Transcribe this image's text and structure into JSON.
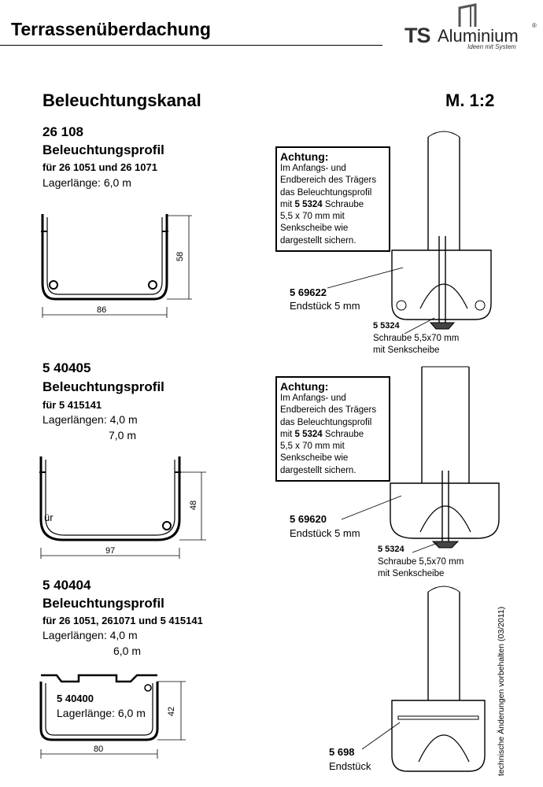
{
  "header": {
    "title": "Terrassenüberdachung",
    "logo_ts": "TS",
    "logo_name": "Aluminium",
    "logo_tagline": "Ideen mit System",
    "logo_registered": "®"
  },
  "section": {
    "title": "Beleuchtungskanal",
    "scale": "M. 1:2"
  },
  "profiles": [
    {
      "number": "26 108",
      "name": "Beleuchtungsprofil",
      "for": "für 26 1051 und 26 1071",
      "lengths": [
        "Lagerlänge: 6,0 m"
      ],
      "dim_height": "58",
      "dim_width": "86"
    },
    {
      "number": "5 40405",
      "name": "Beleuchtungsprofil",
      "for": "für 5 415141",
      "lengths": [
        "Lagerlängen: 4,0 m",
        "7,0 m"
      ],
      "dim_height": "48",
      "dim_width": "97",
      "inner_label": "ür"
    },
    {
      "number": "5 40404",
      "name": "Beleuchtungsprofil",
      "for": "für 26 1051, 261071 und 5 415141",
      "lengths": [
        "Lagerlängen: 4,0 m",
        "6,0 m"
      ],
      "dim_height": "42",
      "dim_width": "80",
      "insert_number": "5 40400",
      "insert_length": "Lagerlänge: 6,0 m"
    }
  ],
  "warnings": [
    {
      "title": "Achtung:",
      "lines": [
        "Im Anfangs- und",
        "Endbereich des Trägers",
        "das Beleuchtungsprofil"
      ],
      "screw_prefix": "mit ",
      "screw_bold": "5 5324",
      "screw_suffix": " Schraube",
      "lines2": [
        "5,5 x 70 mm mit",
        "Senkscheibe wie",
        "dargestellt sichern."
      ]
    },
    {
      "title": "Achtung:",
      "lines": [
        "Im Anfangs- und",
        "Endbereich des Trägers",
        "das Beleuchtungsprofil"
      ],
      "screw_prefix": "mit ",
      "screw_bold": "5 5324",
      "screw_suffix": " Schraube",
      "lines2": [
        "5,5 x 70 mm mit",
        "Senkscheibe wie",
        "dargestellt sichern."
      ]
    }
  ],
  "callouts": [
    {
      "number": "5 69622",
      "text": "Endstück 5 mm"
    },
    {
      "number": "5 5324",
      "line1": "Schraube 5,5x70 mm",
      "line2": "mit Senkscheibe"
    },
    {
      "number": "5 69620",
      "text": "Endstück 5 mm"
    },
    {
      "number": "5 5324",
      "line1": "Schraube 5,5x70 mm",
      "line2": "mit Senkscheibe"
    },
    {
      "number": "5 698",
      "text": "Endstück"
    }
  ],
  "side_note": "technische Änderungen vorbehalten (03/2011)"
}
